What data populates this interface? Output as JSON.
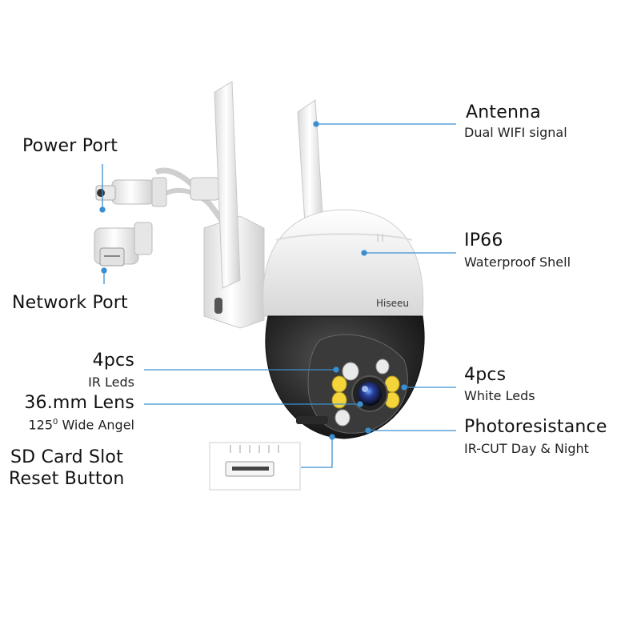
{
  "brand": "Hiseeu",
  "callouts": {
    "antenna": {
      "title": "Antenna",
      "subtitle": "Dual WIFI signal"
    },
    "ip66": {
      "title": "IP66",
      "subtitle": "Waterproof Shell"
    },
    "white_leds": {
      "title": "4pcs",
      "subtitle": "White Leds"
    },
    "photoresistance": {
      "title": "Photoresistance",
      "subtitle": "IR-CUT Day & Night"
    },
    "power_port": {
      "title": "Power Port"
    },
    "network_port": {
      "title": "Network Port"
    },
    "ir_leds": {
      "title": "4pcs",
      "subtitle": "IR Leds"
    },
    "lens": {
      "title": "36.mm Lens",
      "subtitle_prefix": "125",
      "subtitle_sup": "0",
      "subtitle_suffix": " Wide Angel"
    },
    "sd_card": {
      "title": "SD Card Slot",
      "title2": "Reset Button"
    }
  },
  "colors": {
    "leader_line": "#3b8fd1",
    "body_white": "#f4f4f4",
    "dome_dark": "#1f1f1f",
    "led_yellow": "#f3d43a"
  }
}
